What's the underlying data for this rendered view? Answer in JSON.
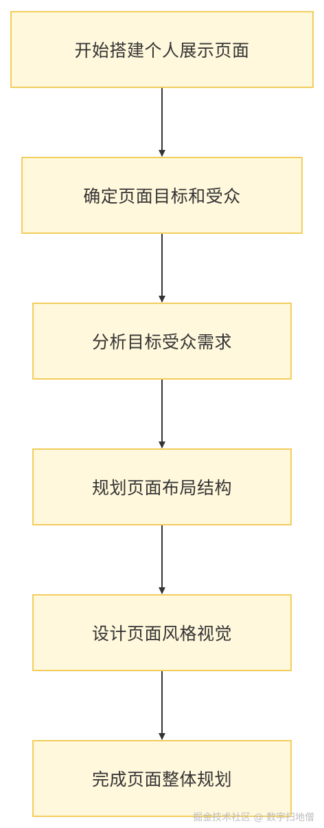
{
  "flowchart": {
    "nodes": [
      {
        "id": "n1",
        "label": "开始搭建个人展示页面"
      },
      {
        "id": "n2",
        "label": "确定页面目标和受众"
      },
      {
        "id": "n3",
        "label": "分析目标受众需求"
      },
      {
        "id": "n4",
        "label": "规划页面布局结构"
      },
      {
        "id": "n5",
        "label": "设计页面风格视觉"
      },
      {
        "id": "n6",
        "label": "完成页面整体规划"
      }
    ],
    "edges": [
      {
        "from": "n1",
        "to": "n2"
      },
      {
        "from": "n2",
        "to": "n3"
      },
      {
        "from": "n3",
        "to": "n4"
      },
      {
        "from": "n4",
        "to": "n5"
      },
      {
        "from": "n5",
        "to": "n6"
      }
    ]
  },
  "watermark": "掘金技术社区 @ 数字扫地僧",
  "colors": {
    "node_fill": "#fff8dc",
    "node_border": "#f2cd5b",
    "edge": "#333333",
    "text": "#333333"
  }
}
